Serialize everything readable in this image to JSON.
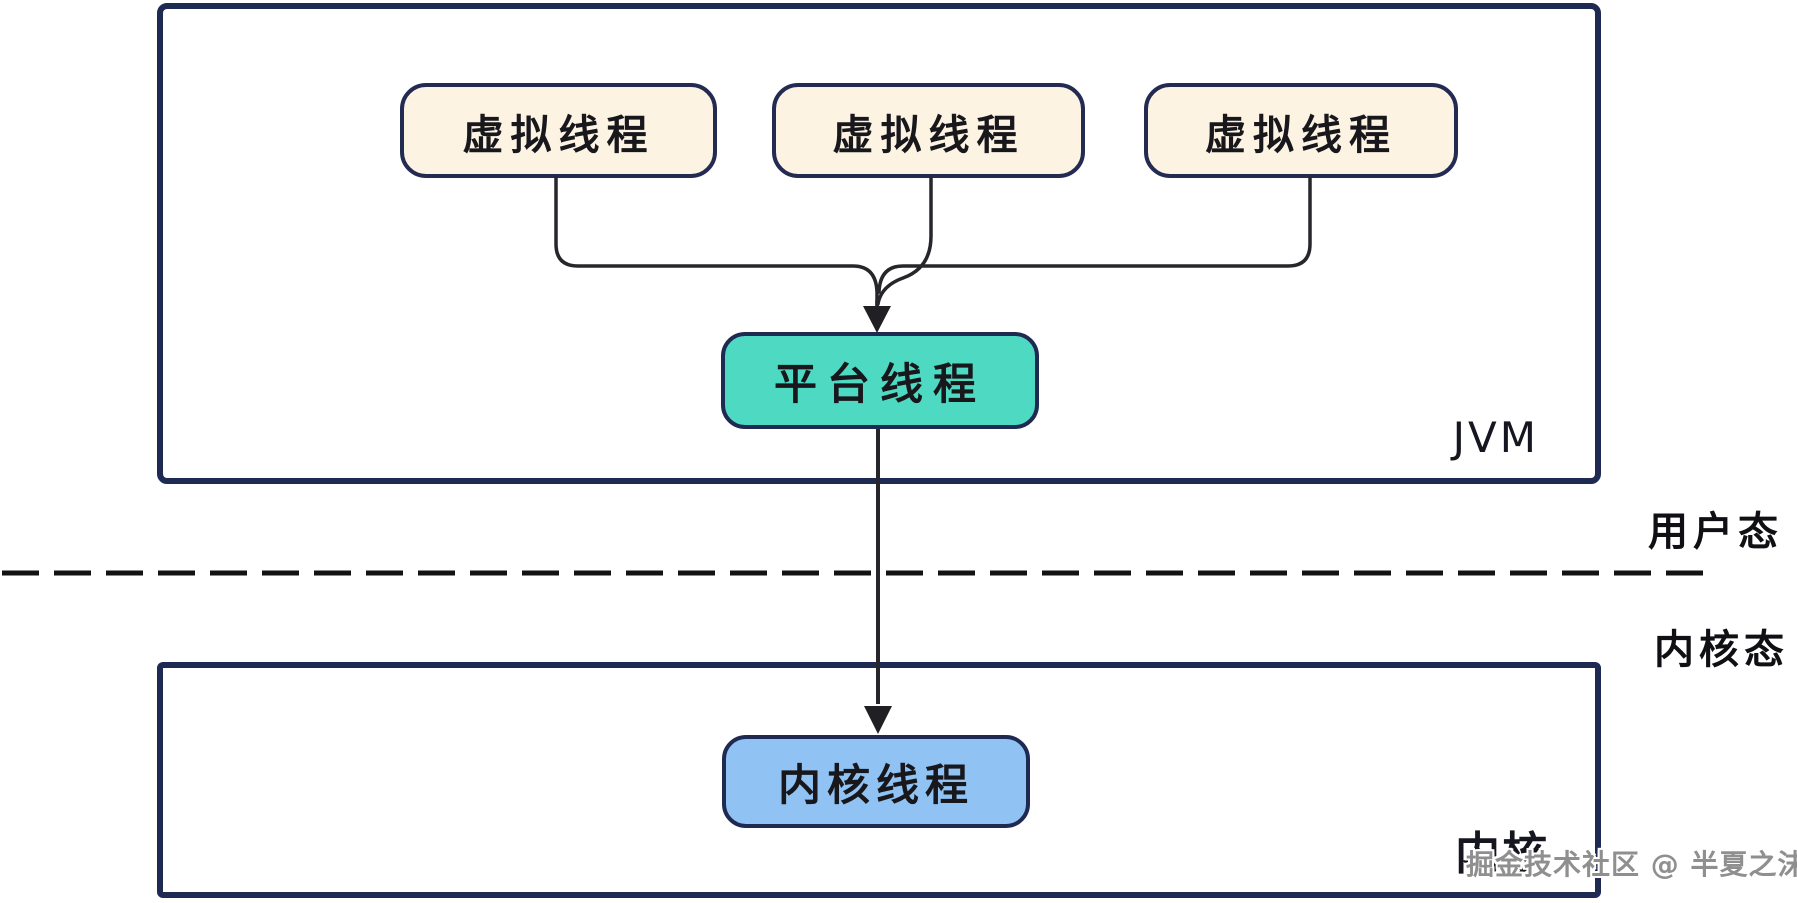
{
  "diagram": {
    "jvm_box": {
      "label": "JVM"
    },
    "kernel_box": {
      "label": "内核"
    },
    "virtual_threads": [
      {
        "label": "虚拟线程"
      },
      {
        "label": "虚拟线程"
      },
      {
        "label": "虚拟线程"
      }
    ],
    "platform_thread": {
      "label": "平台线程"
    },
    "kernel_thread": {
      "label": "内核线程"
    },
    "mode_labels": {
      "user_mode": "用户态",
      "kernel_mode": "内核态"
    },
    "watermark": "掘金技术社区 @ 半夏之沫",
    "colors": {
      "container_border_navy": "#1f2a52",
      "virtual_thread_fill_cream": "#fdf3e3",
      "platform_thread_fill_teal": "#4ed9c2",
      "kernel_thread_fill_blue": "#90c3f3",
      "connector_line": "#26262b",
      "dashed_divider": "#121212"
    }
  }
}
